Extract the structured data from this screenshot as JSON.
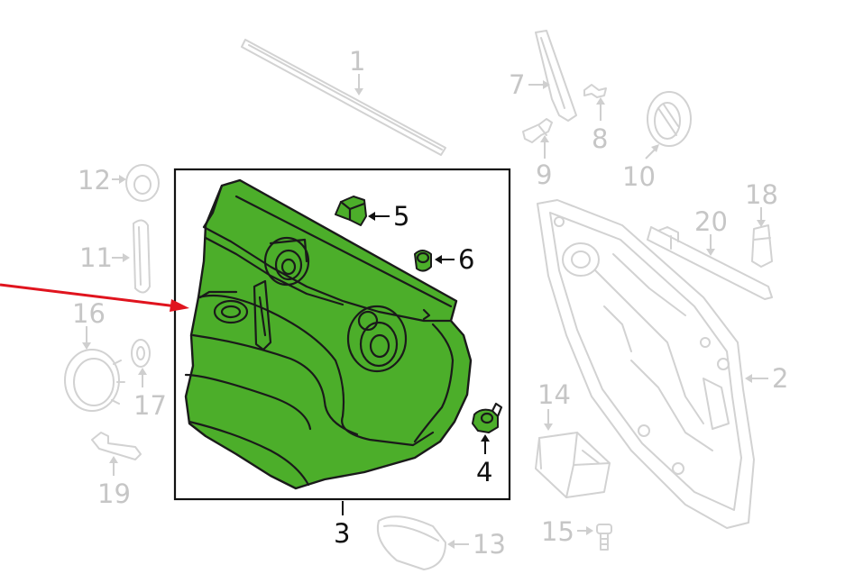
{
  "colors": {
    "highlight_fill": "#4cae2a",
    "highlight_box": "#111111",
    "pointer_arrow": "#e0141e",
    "ghost_line": "#d2d2d2",
    "ghost_label": "#c6c6c6"
  },
  "callouts": {
    "c1": "1",
    "c2": "2",
    "c3": "3",
    "c4": "4",
    "c5": "5",
    "c6": "6",
    "c7": "7",
    "c8": "8",
    "c9": "9",
    "c10": "10",
    "c11": "11",
    "c12": "12",
    "c13": "13",
    "c14": "14",
    "c15": "15",
    "c16": "16",
    "c17": "17",
    "c18": "18",
    "c19": "19",
    "c20": "20"
  },
  "highlighted_part": "3"
}
